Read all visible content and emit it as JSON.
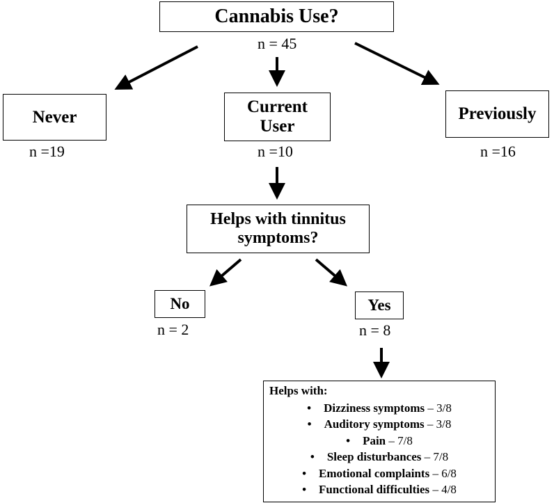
{
  "nodes": {
    "root": {
      "label": "Cannabis Use?",
      "count": "n = 45"
    },
    "never": {
      "label": "Never",
      "count": "n =19"
    },
    "current": {
      "label": "Current User",
      "count": "n =10"
    },
    "previously": {
      "label": "Previously",
      "count": "n =16"
    },
    "helps": {
      "label": "Helps with tinnitus symptoms?"
    },
    "no": {
      "label": "No",
      "count": "n = 2"
    },
    "yes": {
      "label": "Yes",
      "count": "n = 8"
    }
  },
  "details": {
    "title": "Helps with:",
    "items": [
      {
        "label": "Dizziness symptoms",
        "value": " – 3/8"
      },
      {
        "label": "Auditory symptoms",
        "value": " – 3/8"
      },
      {
        "label": "Pain",
        "value": " – 7/8"
      },
      {
        "label": "Sleep disturbances",
        "value": " – 7/8"
      },
      {
        "label": "Emotional complaints",
        "value": " – 6/8"
      },
      {
        "label": "Functional difficulties",
        "value": " – 4/8"
      }
    ]
  },
  "edges": [
    {
      "from": "root",
      "to": "never"
    },
    {
      "from": "root",
      "to": "current"
    },
    {
      "from": "root",
      "to": "previously"
    },
    {
      "from": "current",
      "to": "helps"
    },
    {
      "from": "helps",
      "to": "no"
    },
    {
      "from": "helps",
      "to": "yes"
    },
    {
      "from": "yes",
      "to": "details"
    }
  ],
  "colors": {
    "stroke": "#000000",
    "background": "#ffffff"
  }
}
